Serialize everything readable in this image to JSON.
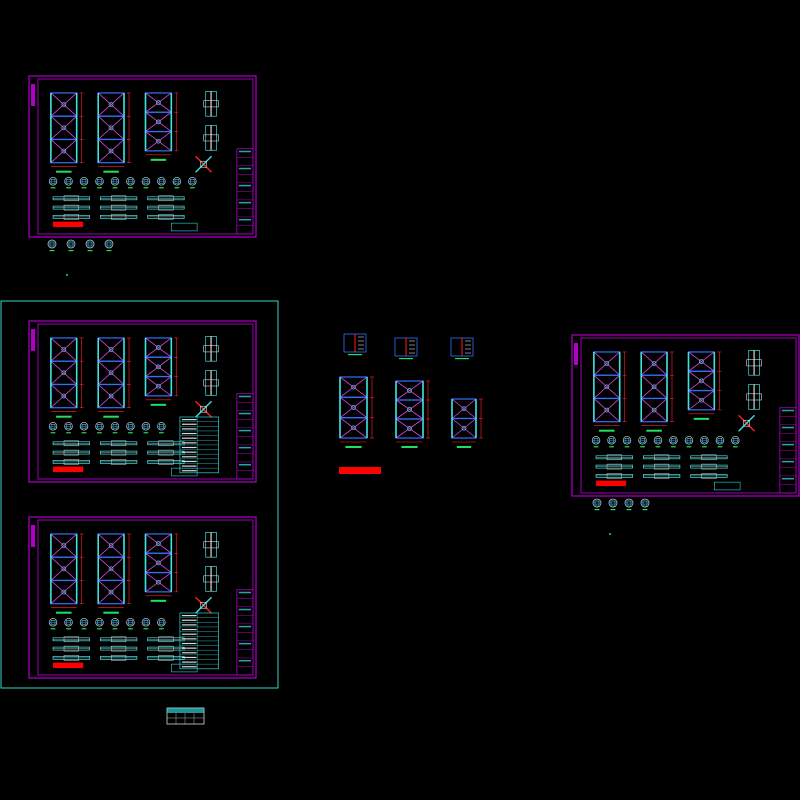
{
  "app": {
    "background": "#000000"
  },
  "palette": {
    "sheet_border": "#b000c8",
    "viewport_border": "#30d8c8",
    "frame_blue": "#3070ff",
    "frame_cyan": "#40e0e0",
    "brace_magenta": "#e040e0",
    "dim_red": "#ff2020",
    "label_green": "#20e060",
    "detail_white": "#d8d8d8",
    "table_cyan": "#30d0d0",
    "hatch_red": "#ff0000"
  },
  "drawing": {
    "sheets": [
      {
        "id": "sheet-top-left"
      },
      {
        "id": "sheet-mid-left-1"
      },
      {
        "id": "sheet-mid-left-2"
      },
      {
        "id": "sheet-right"
      }
    ],
    "center_detail_group": {
      "id": "center-details"
    },
    "legend_table": {
      "id": "bottom-legend-table"
    }
  }
}
